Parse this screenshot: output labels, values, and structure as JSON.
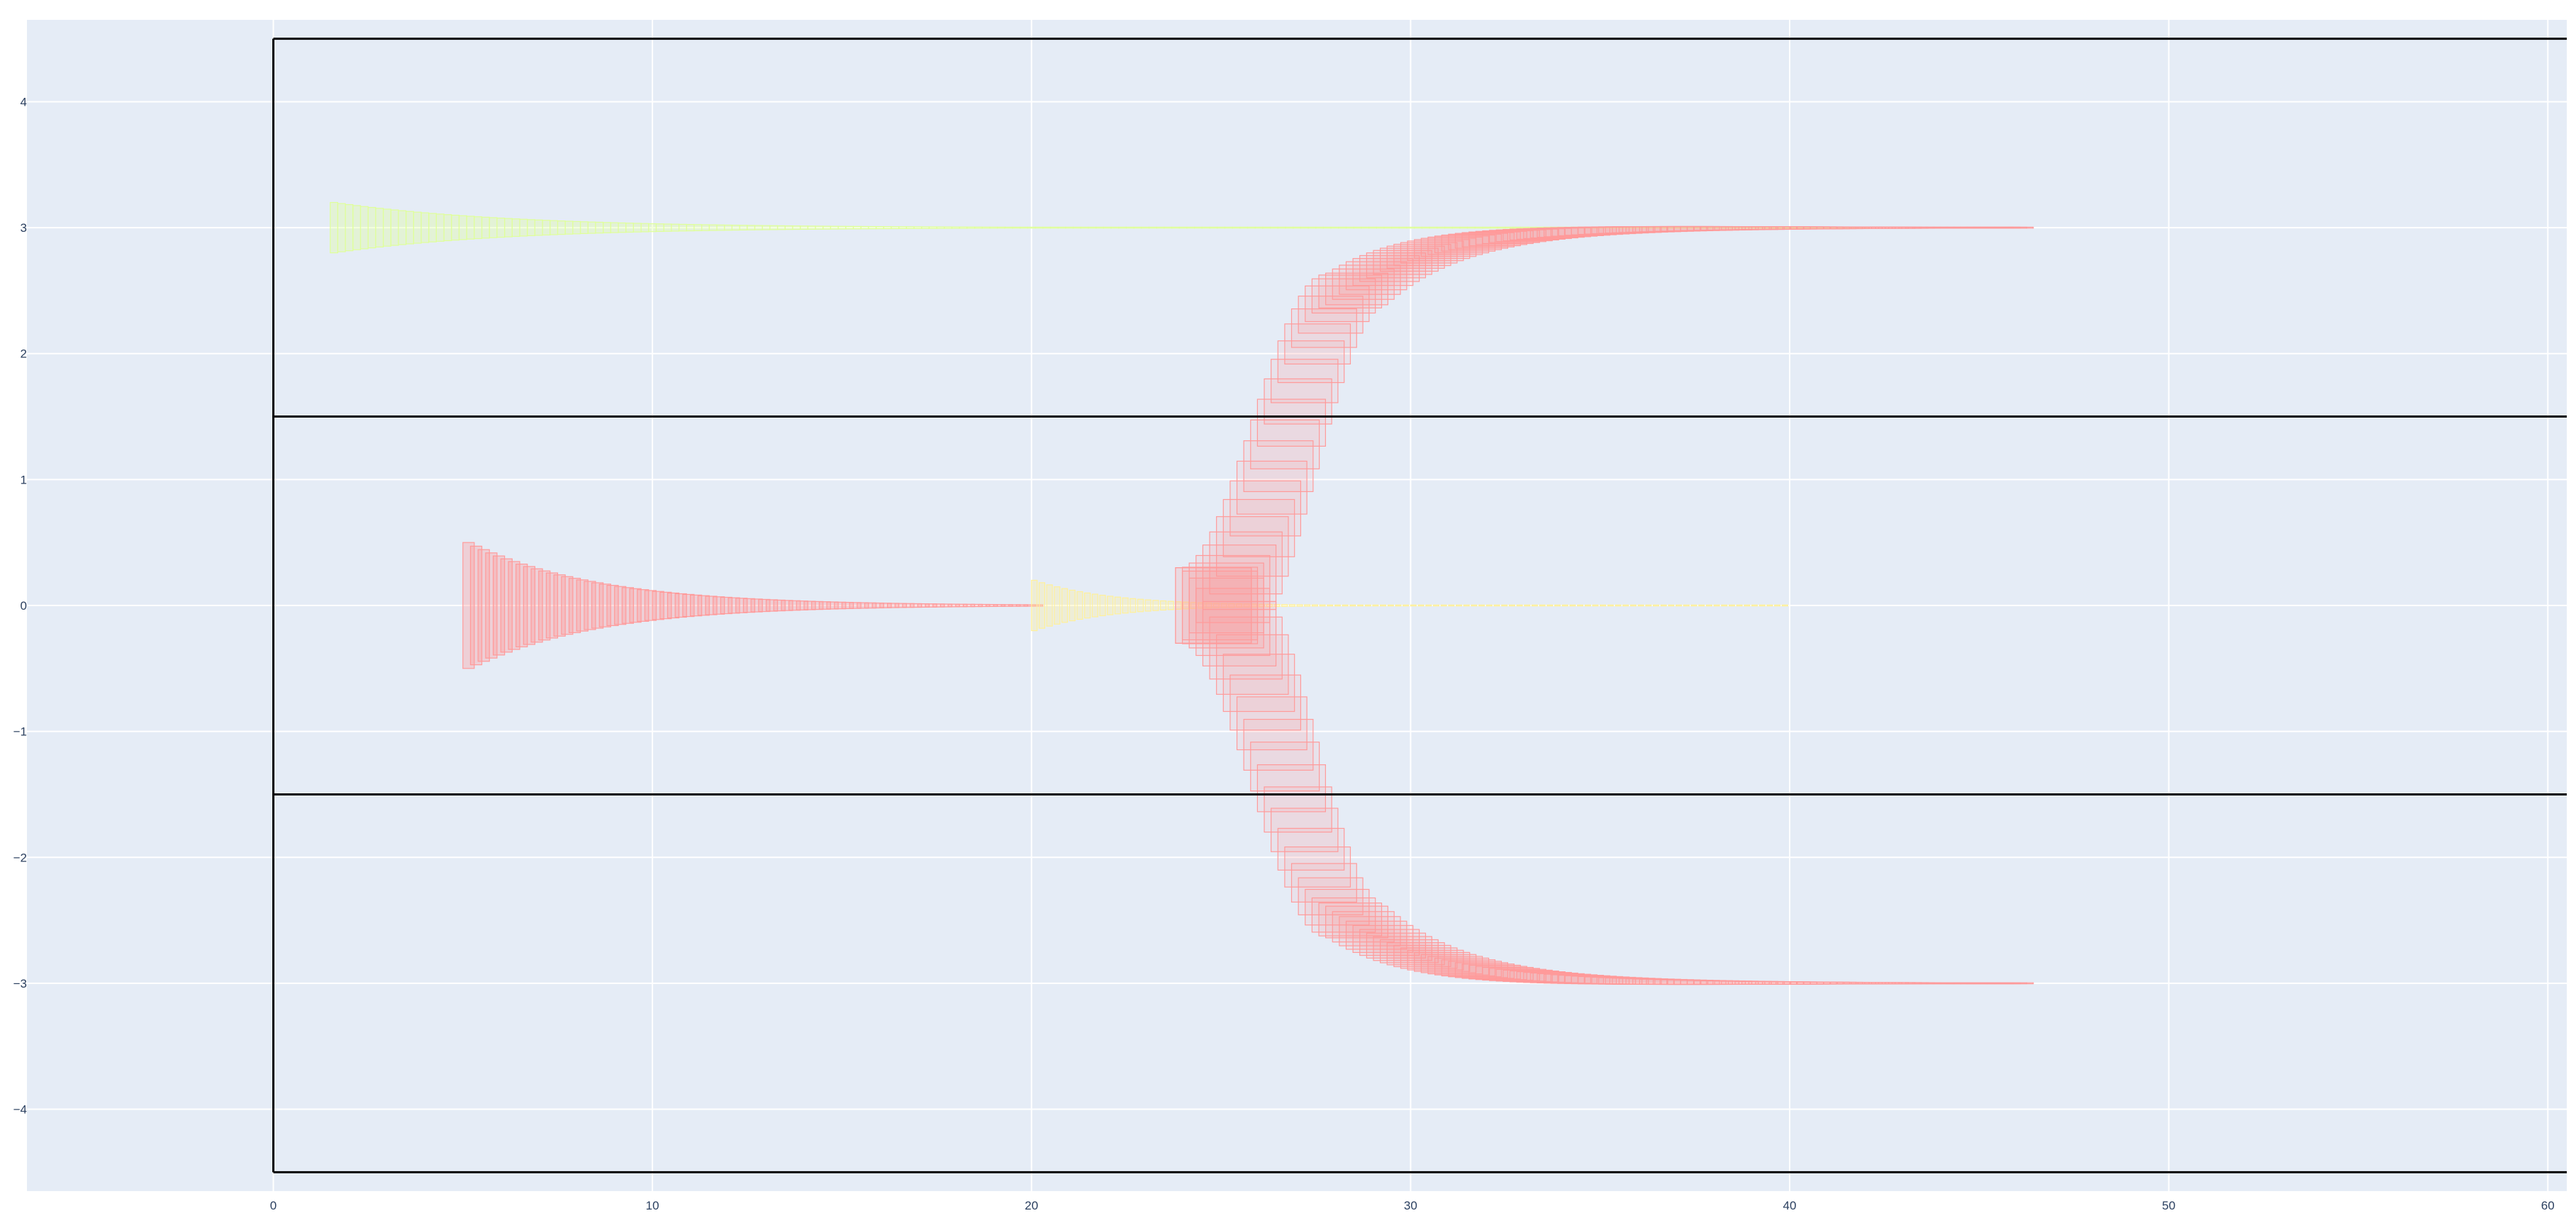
{
  "chart_data": {
    "type": "scatter",
    "title": "",
    "xlabel": "",
    "ylabel": "",
    "xlim": [
      -6.5,
      60.5
    ],
    "ylim": [
      -4.65,
      4.65
    ],
    "x_ticks": [
      0,
      10,
      20,
      30,
      40,
      50,
      60
    ],
    "y_ticks": [
      -4,
      -3,
      -2,
      -1,
      0,
      1,
      2,
      3,
      4
    ],
    "x_tick_labels": [
      "0",
      "10",
      "20",
      "30",
      "40",
      "50",
      "60"
    ],
    "y_tick_labels": [
      "−4",
      "−3",
      "−2",
      "−1",
      "0",
      "1",
      "2",
      "3",
      "4"
    ],
    "grid": true,
    "legend": "none",
    "boundary_lines": [
      {
        "x": [
          0,
          60.5
        ],
        "y": [
          4.5,
          4.5
        ]
      },
      {
        "x": [
          0,
          60.5
        ],
        "y": [
          1.5,
          1.5
        ]
      },
      {
        "x": [
          0,
          60.5
        ],
        "y": [
          -1.5,
          -1.5
        ]
      },
      {
        "x": [
          0,
          60.5
        ],
        "y": [
          -4.5,
          -4.5
        ]
      },
      {
        "x": [
          0,
          0
        ],
        "y": [
          -4.5,
          4.5
        ]
      }
    ],
    "series": [
      {
        "kind": "straight",
        "color": "#dfff9a",
        "x_start": 1.5,
        "x_end": 42.0,
        "y": 3.0,
        "half_width_start": 0.2,
        "decay": 0.22,
        "step": 0.2,
        "rect_width": 0.4
      },
      {
        "kind": "straight",
        "color": "#ff9a9a",
        "x_start": 5.0,
        "x_end": 20.0,
        "y": 0.0,
        "half_width_start": 0.5,
        "decay": 0.3,
        "step": 0.2,
        "rect_width": 0.6
      },
      {
        "kind": "straight",
        "color": "#fff09a",
        "x_start": 20.0,
        "x_end": 40.0,
        "y": 0.0,
        "half_width_start": 0.2,
        "decay": 0.5,
        "step": 0.2,
        "rect_width": 0.3
      },
      {
        "kind": "curve",
        "color": "#ff9a9a",
        "x_start": 23.8,
        "x_end": 45.8,
        "y_start": 0.0,
        "y_end": 3.0,
        "x_mid": 25.8,
        "curve_scale": 1.4,
        "tail_start": 27.7,
        "tail_rate": 0.45,
        "half_width_start": 0.3,
        "half_width_end": 0.0,
        "width_decay": 0.22,
        "step": 0.18,
        "rect_width": 2.0
      },
      {
        "kind": "curve",
        "color": "#ff9a9a",
        "x_start": 23.8,
        "x_end": 45.8,
        "y_start": 0.0,
        "y_end": -3.0,
        "x_mid": 25.8,
        "curve_scale": 1.4,
        "tail_start": 27.7,
        "tail_rate": 0.45,
        "half_width_start": 0.3,
        "half_width_end": 0.0,
        "width_decay": 0.22,
        "step": 0.18,
        "rect_width": 2.0
      }
    ]
  }
}
